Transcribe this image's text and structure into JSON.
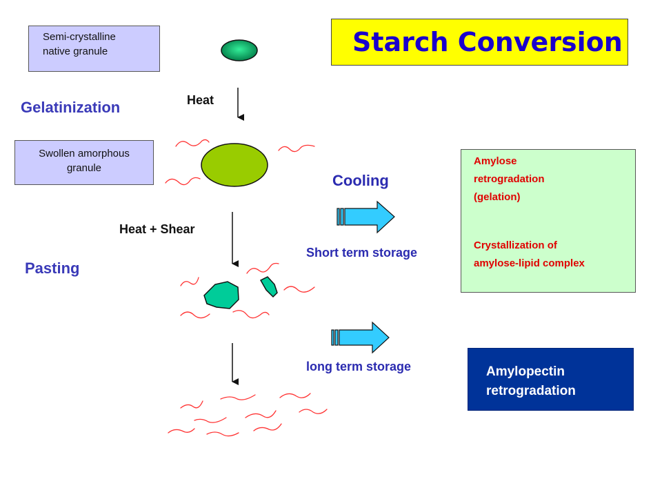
{
  "title": "Starch Conversion",
  "native_box": {
    "line1": "Semi-crystalline",
    "line2": "native granule"
  },
  "swollen_box": {
    "line1": "Swollen amorphous",
    "line2": "granule"
  },
  "stages": {
    "gelatinization": "Gelatinization",
    "pasting": "Pasting"
  },
  "process_labels": {
    "heat": "Heat",
    "heat_shear": "Heat + Shear"
  },
  "storage": {
    "cooling": "Cooling",
    "short": "Short term storage",
    "long": "long term storage"
  },
  "amylose_box": {
    "line1": "Amylose",
    "line2": "retrogradation",
    "line3": "(gelation)",
    "line4": "Crystallization of",
    "line5": "amylose-lipid complex"
  },
  "amylopectin_box": {
    "line1": "Amylopectin",
    "line2": "retrogradation"
  },
  "colors": {
    "title_bg": "#ffff00",
    "title_text": "#1a00cc",
    "stage_text": "#3a3ab8",
    "lavender_box": "#ccccff",
    "green_box": "#ccffcc",
    "navy_box": "#003399",
    "red_text": "#e00000",
    "granule_green": "#99cc00",
    "fragment_teal": "#00cc99",
    "strand_red": "#ff3333",
    "arrow_cyan": "#33ccff"
  }
}
